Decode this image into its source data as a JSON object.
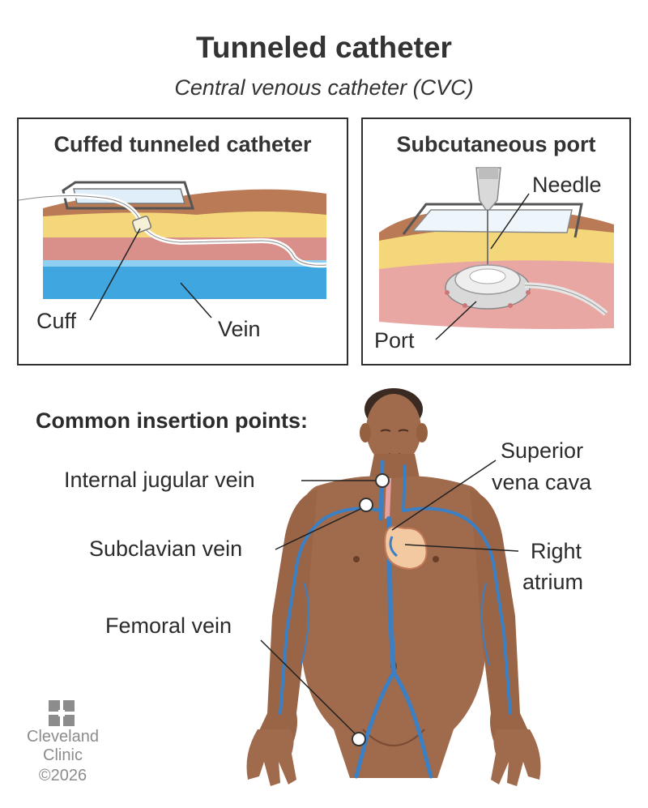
{
  "header": {
    "title": "Tunneled catheter",
    "subtitle": "Central venous catheter (CVC)"
  },
  "panels": {
    "cuffed": {
      "title": "Cuffed tunneled catheter",
      "labels": {
        "cuff": "Cuff",
        "vein": "Vein"
      }
    },
    "port": {
      "title": "Subcutaneous port",
      "labels": {
        "needle": "Needle",
        "port": "Port"
      }
    }
  },
  "body_diagram": {
    "heading": "Common insertion points:",
    "labels": {
      "internal_jugular": "Internal jugular vein",
      "subclavian": "Subclavian vein",
      "femoral": "Femoral vein",
      "svc_line1": "Superior",
      "svc_line2": "vena cava",
      "ra_line1": "Right",
      "ra_line2": "atrium"
    }
  },
  "brand": {
    "name_line1": "Cleveland",
    "name_line2": "Clinic",
    "copyright": "©2026"
  },
  "colors": {
    "skin": "#a06a4c",
    "skin_dark": "#8a5638",
    "vein": "#3b7fc4",
    "fat": "#f3d77a",
    "muscle": "#d98f8a",
    "vein_layer": "#3fa6e0",
    "outline": "#2f2f2f",
    "logo": "#8c8c8c"
  }
}
